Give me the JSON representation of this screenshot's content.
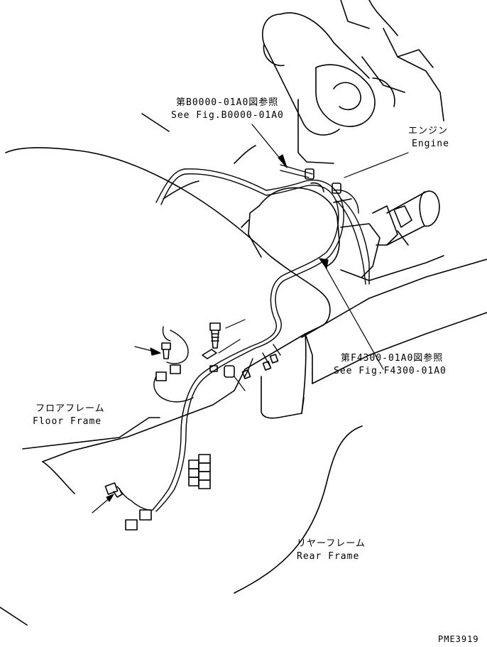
{
  "labels": {
    "ref_b0000": {
      "jp": "第B0000-01A0図参照",
      "en": "See Fig.B0000-01A0"
    },
    "engine": {
      "jp": "エンジン",
      "en": "Engine"
    },
    "ref_f4300": {
      "jp": "第F4300-01A0図参照",
      "en": "See Fig.F4300-01A0"
    },
    "floor_frame": {
      "jp": "フロアフレーム",
      "en": "Floor Frame"
    },
    "rear_frame": {
      "jp": "リヤーフレーム",
      "en": "Rear Frame"
    },
    "drawing_code": "PME3919"
  },
  "colors": {
    "ink": "#000000",
    "paper": "#ffffff"
  }
}
